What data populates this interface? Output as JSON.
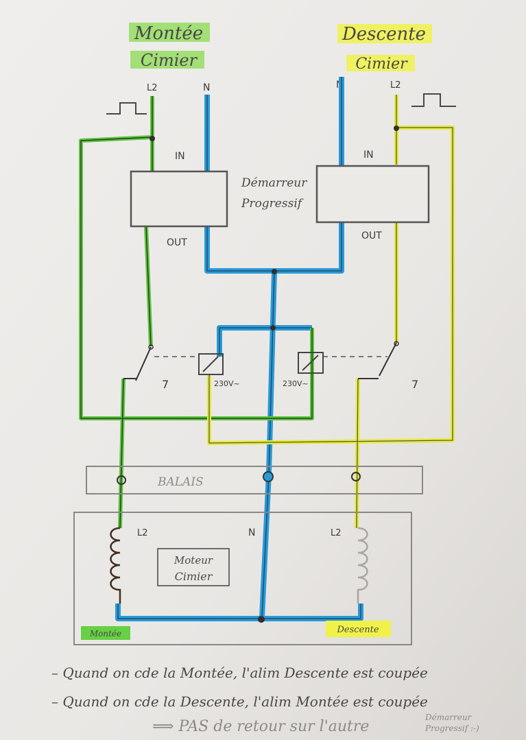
{
  "titles": {
    "left": {
      "line1": "Montée",
      "line2": "Cimier"
    },
    "right": {
      "line1": "Descente",
      "line2": "Cimier"
    }
  },
  "terminals": {
    "l2": "L2",
    "n": "N",
    "in": "IN",
    "out": "OUT"
  },
  "soft_starter": {
    "line1": "Démarreur",
    "line2": "Progressif"
  },
  "relay": {
    "voltage": "230V~",
    "contact": "7"
  },
  "brushes": "BALAIS",
  "motor": {
    "line1": "Moteur",
    "line2": "Cimier",
    "l2": "L2",
    "n": "N",
    "label_up": "Montée",
    "label_down": "Descente"
  },
  "notes": [
    "Quand on cde la Montée, l'alim Descente est coupée",
    "Quand on cde la Descente, l'alim Montée est coupée"
  ],
  "conclusion": {
    "text": "⟹ PAS de retour sur l'autre",
    "tail1": "Démarreur",
    "tail2": "Progressif :-)"
  },
  "colors": {
    "green": "#4fb83a",
    "blue": "#2a9ad6",
    "yellow": "#e2e83a",
    "pencil": "#5a5653"
  }
}
